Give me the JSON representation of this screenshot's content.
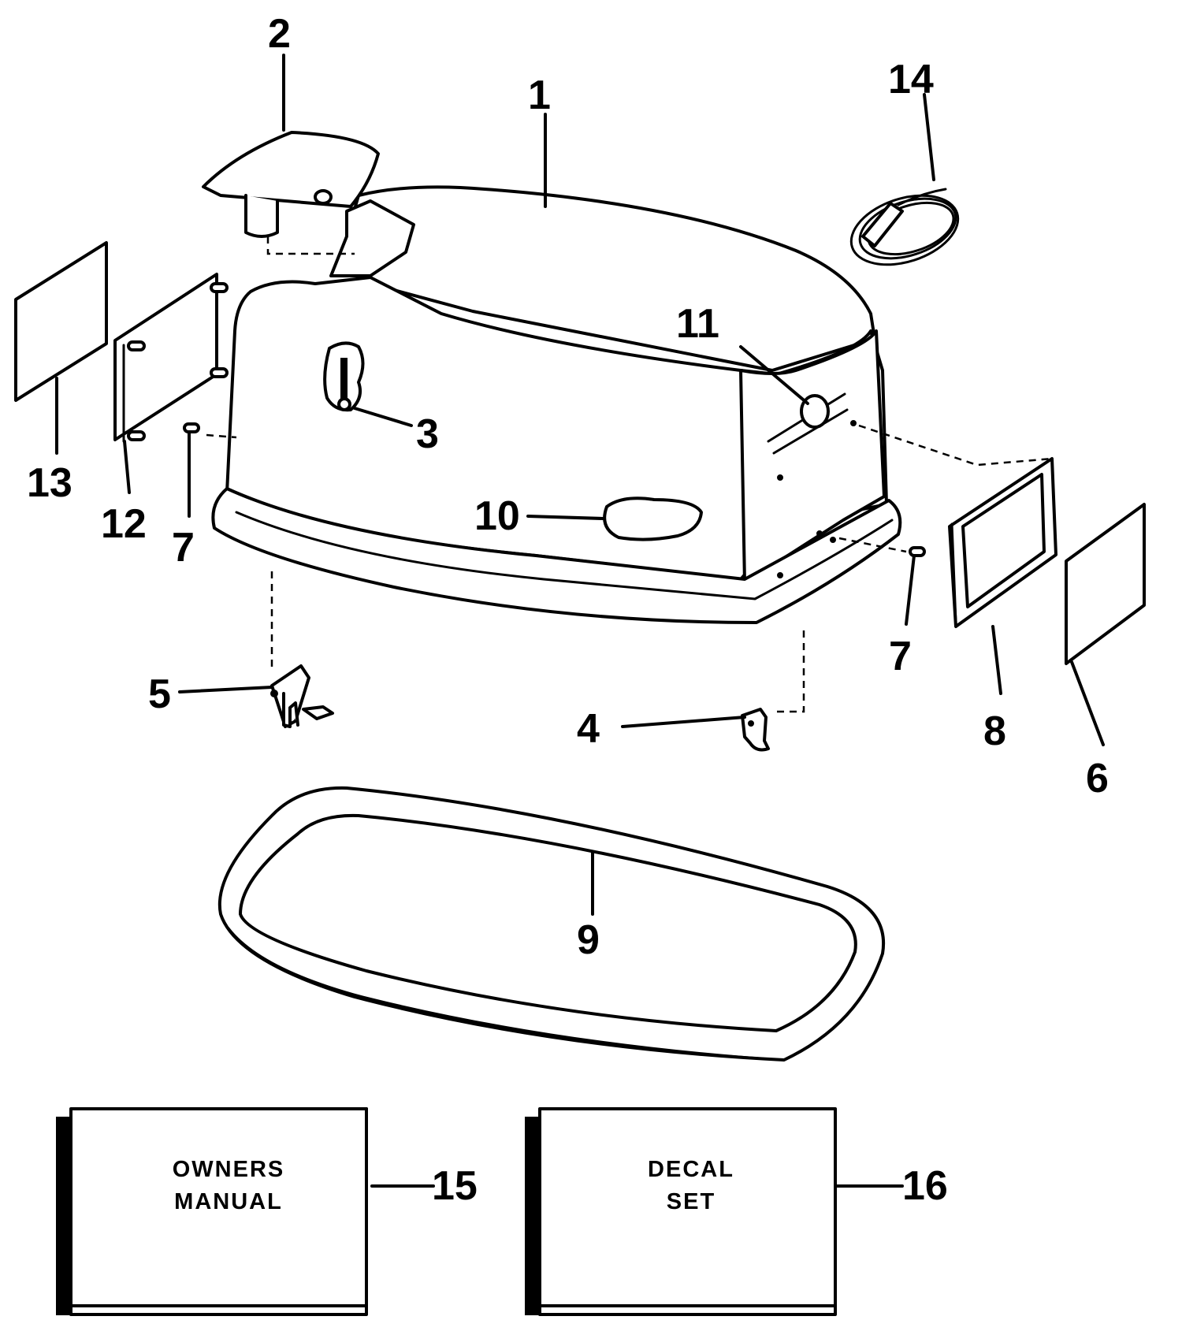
{
  "callouts": {
    "c1": "1",
    "c2": "2",
    "c3": "3",
    "c4": "4",
    "c5": "5",
    "c6": "6",
    "c7a": "7",
    "c7b": "7",
    "c8": "8",
    "c9": "9",
    "c10": "10",
    "c11": "11",
    "c12": "12",
    "c13": "13",
    "c14": "14",
    "c15": "15",
    "c16": "16"
  },
  "boxes": {
    "owners_manual": {
      "line1": "OWNERS",
      "line2": "MANUAL"
    },
    "decal_set": {
      "line1": "DECAL",
      "line2": "SET"
    }
  }
}
